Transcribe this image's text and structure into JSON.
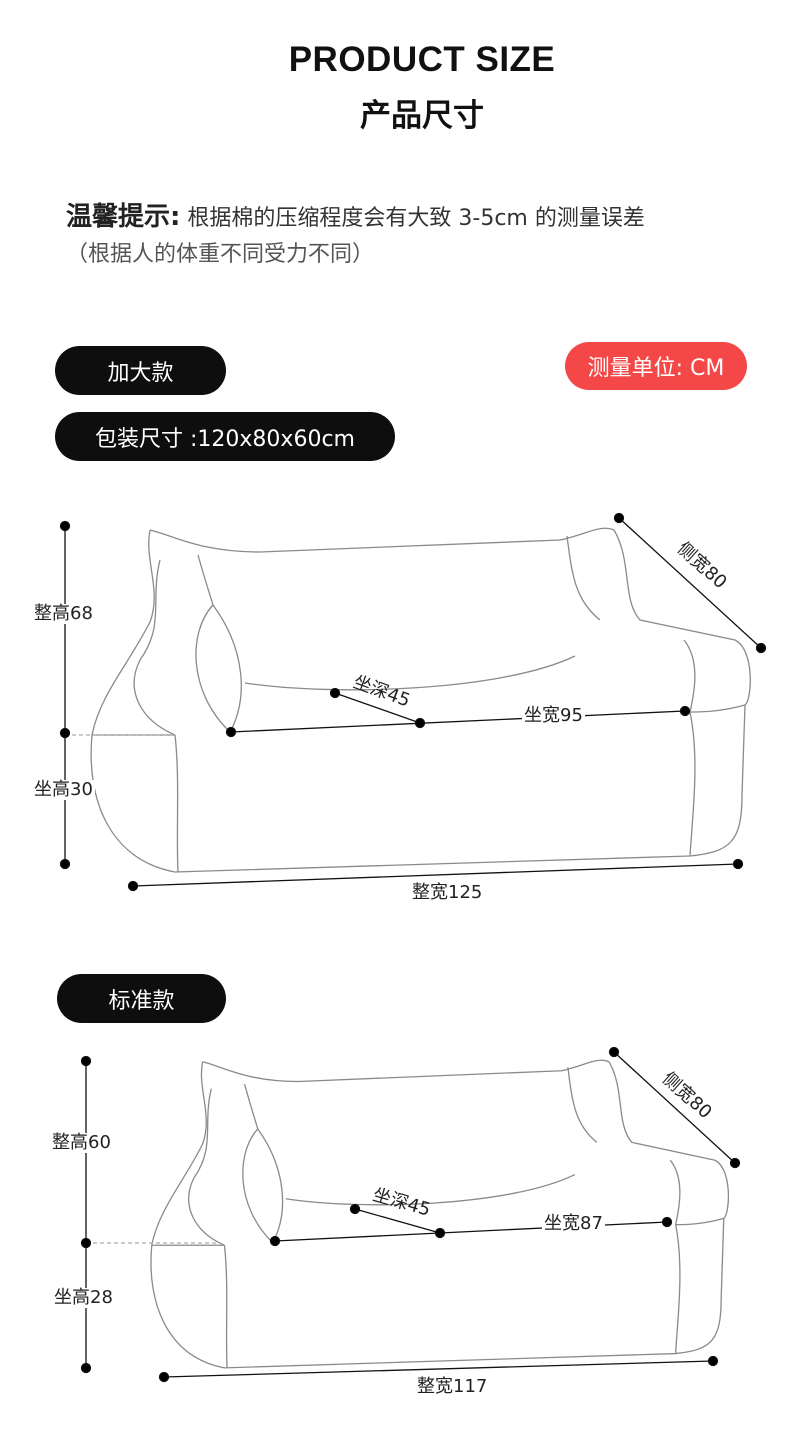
{
  "header": {
    "title_en": "PRODUCT SIZE",
    "title_cn": "产品尺寸"
  },
  "notice": {
    "label": "温馨提示:",
    "text": "根据棉的压缩程度会有大致 3-5cm 的测量误差",
    "subtext": "（根据人的体重不同受力不同）"
  },
  "unit_badge": "测量单位: CM",
  "colors": {
    "pill": "#0e0e0e",
    "unit_badge": "#f44848",
    "outline": "#8a8a8a"
  },
  "large": {
    "name": "加大款",
    "package": "包装尺寸 :120x80x60cm",
    "total_height": "整高68",
    "seat_height": "坐高30",
    "side_width": "侧宽80",
    "seat_depth": "坐深45",
    "seat_width": "坐宽95",
    "total_width": "整宽125"
  },
  "standard": {
    "name": "标准款",
    "total_height": "整高60",
    "seat_height": "坐高28",
    "side_width": "侧宽80",
    "seat_depth": "坐深45",
    "seat_width": "坐宽87",
    "total_width": "整宽117"
  }
}
